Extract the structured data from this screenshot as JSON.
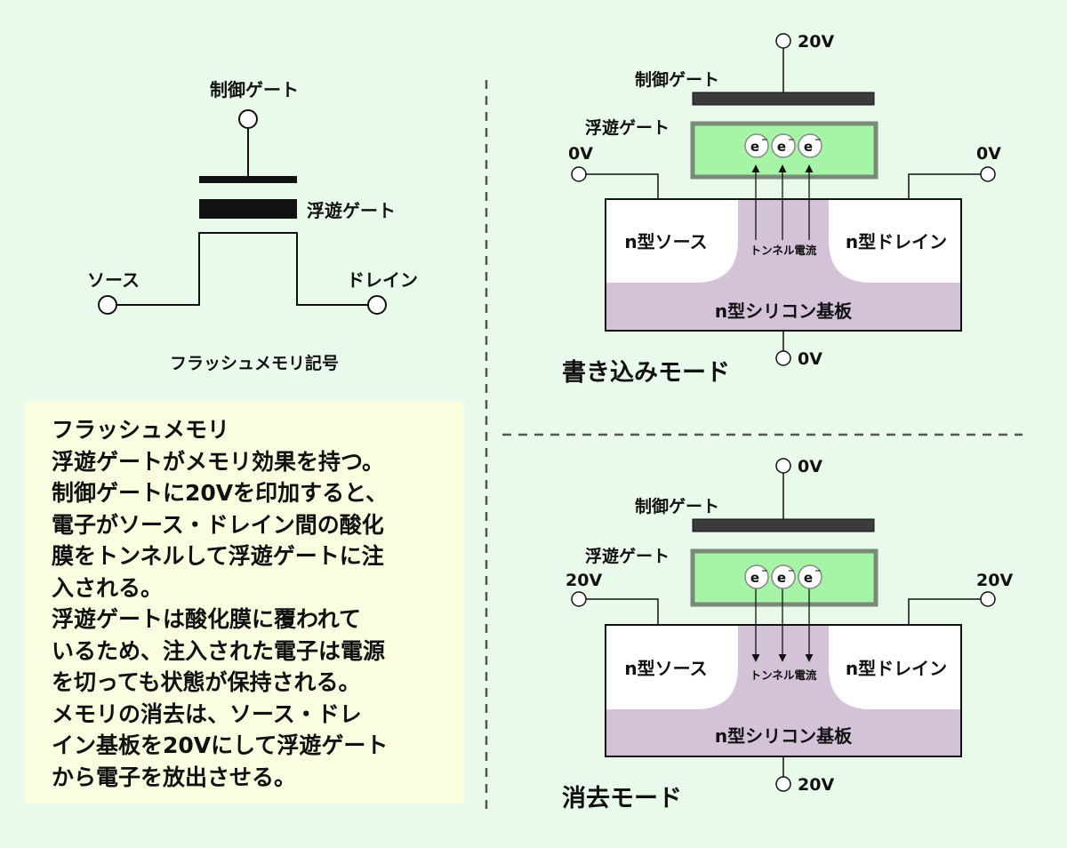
{
  "symbol": {
    "control_gate": "制御ゲート",
    "floating_gate": "浮遊ゲート",
    "source": "ソース",
    "drain": "ドレイン",
    "caption": "フラッシュメモリ記号"
  },
  "note": {
    "text": "フラッシュメモリ\n浮遊ゲートがメモリ効果を持つ。\n制御ゲートに20Vを印加すると、\n電子がソース・ドレイン間の酸化\n膜をトンネルして浮遊ゲートに注\n入される。\n浮遊ゲートは酸化膜に覆われて\nいるため、注入された電子は電源\nを切っても状態が保持される。\nメモリの消去は、ソース・ドレ\nイン基板を20Vにして浮遊ゲート\nから電子を放出させる。"
  },
  "write_mode": {
    "title": "書き込みモード",
    "control_gate": "制御ゲート",
    "floating_gate": "浮遊ゲート",
    "gate_voltage": "20V",
    "source_voltage": "0V",
    "drain_voltage": "0V",
    "substrate_voltage": "0V",
    "source": "n型ソース",
    "drain": "n型ドレイン",
    "substrate": "n型シリコン基板",
    "tunnel": "トンネル電流",
    "electron": "e",
    "electron_sup": "−"
  },
  "erase_mode": {
    "title": "消去モード",
    "control_gate": "制御ゲート",
    "floating_gate": "浮遊ゲート",
    "gate_voltage": "0V",
    "source_voltage": "20V",
    "drain_voltage": "20V",
    "substrate_voltage": "20V",
    "source": "n型ソース",
    "drain": "n型ドレイン",
    "substrate": "n型シリコン基板",
    "tunnel": "トンネル電流",
    "electron": "e",
    "electron_sup": "−"
  },
  "colors": {
    "background": "#eafaea",
    "note_bg": "#fbfde0",
    "floating_gate": "#a6f5a6",
    "floating_gate_border": "#7a8a7a",
    "substrate": "#d4c2d8",
    "gate_bar": "#3c3c3c"
  }
}
